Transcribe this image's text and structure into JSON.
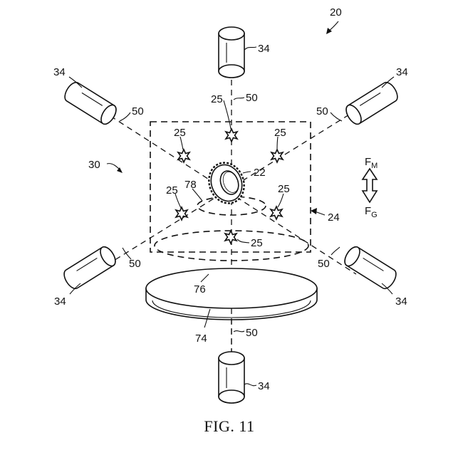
{
  "figure": {
    "caption": "FIG. 11",
    "labels": {
      "system": "20",
      "apparatus": "30",
      "chamber": "24",
      "gear": "22",
      "region": "78",
      "platform_top": "76",
      "platform": "74",
      "force_magnetic": "F",
      "force_magnetic_sub": "M",
      "force_gravity": "F",
      "force_gravity_sub": "G"
    },
    "cameras": [
      {
        "id": "top",
        "label": "34",
        "beam": "50"
      },
      {
        "id": "upper-left",
        "label": "34",
        "beam": "50"
      },
      {
        "id": "upper-right",
        "label": "34",
        "beam": "50"
      },
      {
        "id": "lower-left",
        "label": "34",
        "beam": "50"
      },
      {
        "id": "lower-right",
        "label": "34",
        "beam": "50"
      },
      {
        "id": "bottom",
        "label": "34",
        "beam": "50"
      }
    ],
    "particles": [
      {
        "id": "top",
        "label": "25"
      },
      {
        "id": "upper-left",
        "label": "25"
      },
      {
        "id": "upper-right",
        "label": "25"
      },
      {
        "id": "mid-left",
        "label": "25"
      },
      {
        "id": "mid-right",
        "label": "25"
      },
      {
        "id": "bottom",
        "label": "25"
      }
    ]
  }
}
